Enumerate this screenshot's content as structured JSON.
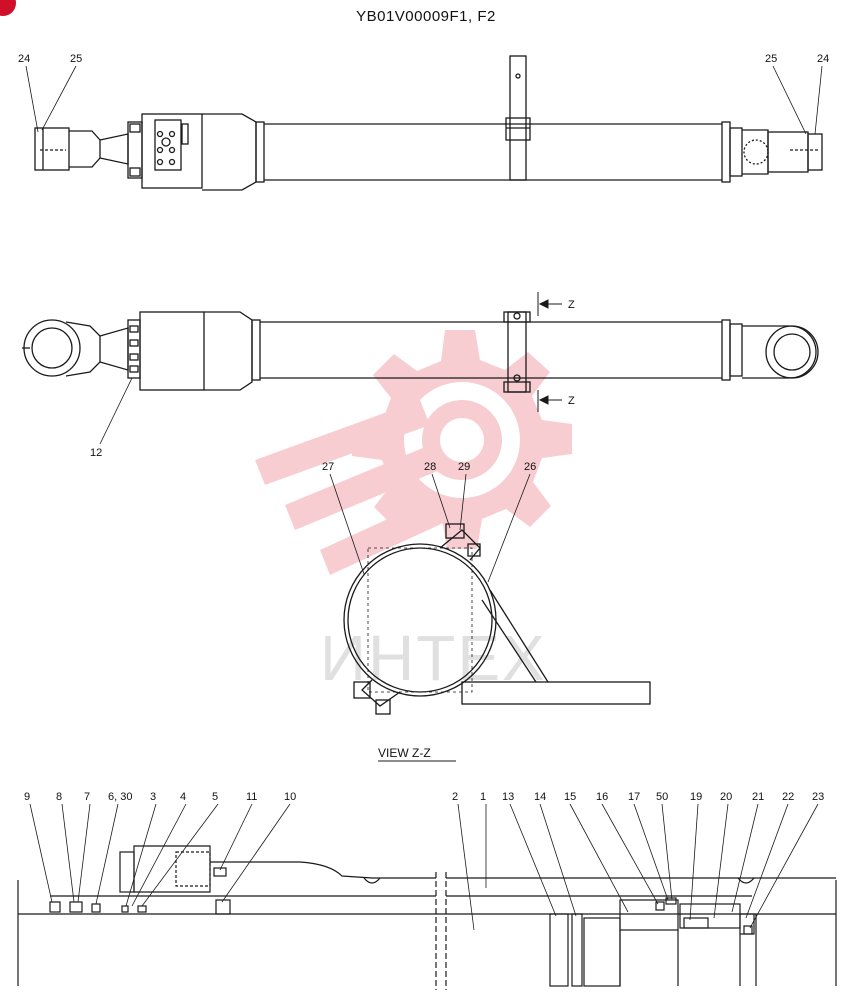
{
  "title": "YB01V00009F1, F2",
  "watermark_text": "ИНТЕХ",
  "view_label": "VIEW  Z-Z",
  "section_marks": [
    "Z",
    "Z"
  ],
  "callouts_top": [
    "24",
    "25",
    "25",
    "24"
  ],
  "callouts_mid": [
    "12"
  ],
  "callouts_clamp": [
    "27",
    "28",
    "29",
    "26"
  ],
  "callouts_bottom": [
    "9",
    "8",
    "7",
    "6, 30",
    "3",
    "4",
    "5",
    "11",
    "10",
    "2",
    "1",
    "13",
    "14",
    "15",
    "16",
    "17",
    "50",
    "19",
    "20",
    "21",
    "22",
    "23"
  ],
  "colors": {
    "line": "#1a1a1a",
    "watermark": "#f4a6ad",
    "badge": "#d0102a"
  },
  "icons": {
    "watermark": "gear-icon"
  }
}
